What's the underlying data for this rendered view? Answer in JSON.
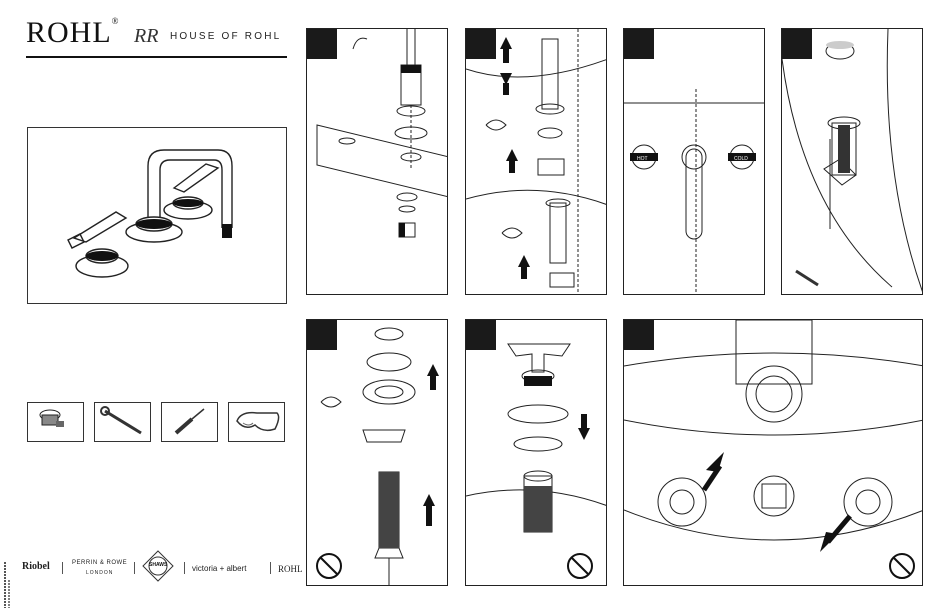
{
  "header": {
    "logo": "ROHL",
    "logo_suffix": "®",
    "house_mark": "RR",
    "house_text": "HOUSE OF ROHL"
  },
  "hero": {
    "image": "faucet-illustration"
  },
  "tools": [
    "escutcheon-tool",
    "adjustable-wrench",
    "screwdriver",
    "safety-glasses"
  ],
  "brands": [
    "Riobel",
    "PERRIN & ROWE",
    "LONDON",
    "SHAWS",
    "victoria + albert",
    "ROHL"
  ],
  "panels": [
    {
      "id": 1,
      "illustration": "handle-assembly-installation"
    },
    {
      "id": 2,
      "illustration": "valve-insertion-arrows"
    },
    {
      "id": 3,
      "illustration": "handle-orientation-hot-cold",
      "labels": [
        "HOT",
        "COLD"
      ]
    },
    {
      "id": 4,
      "illustration": "valve-tightening-wrench"
    },
    {
      "id": 5,
      "illustration": "flange-and-valve-body"
    },
    {
      "id": 6,
      "illustration": "handle-trim-installation"
    },
    {
      "id": 7,
      "illustration": "valves-under-deck-rotation"
    }
  ],
  "colors": {
    "ink": "#111111",
    "tab": "#1a1a1a",
    "border": "#222222"
  }
}
